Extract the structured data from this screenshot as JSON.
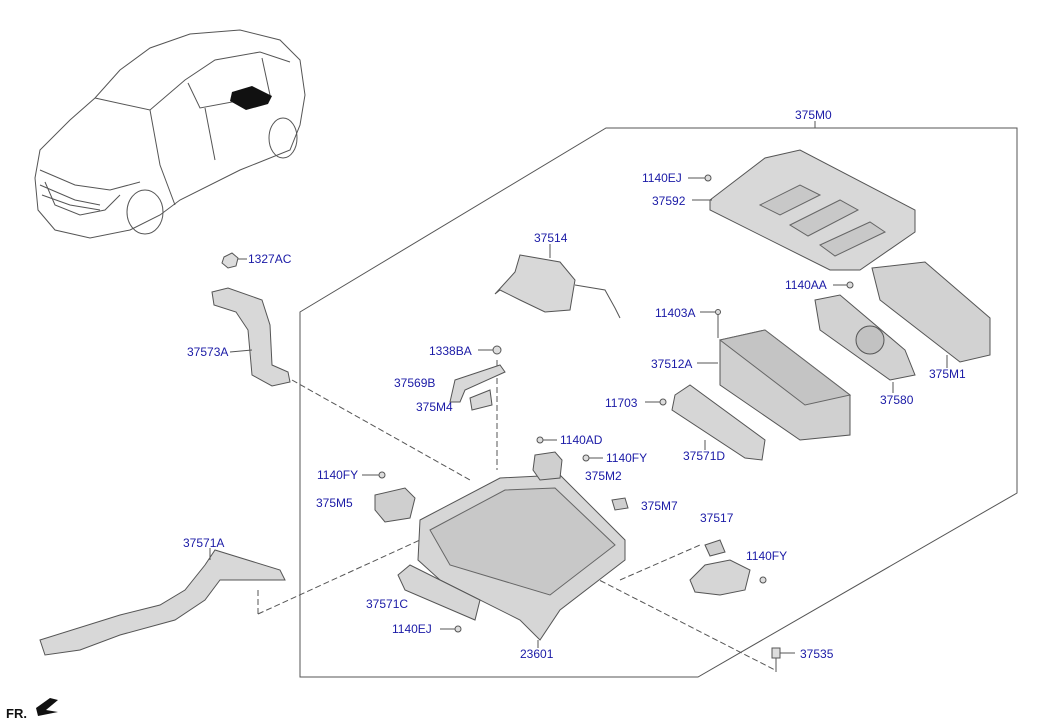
{
  "diagram": {
    "assembly_label": "375M0",
    "direction_label": "FR.",
    "parts": [
      {
        "id": "p-1327ac",
        "label": "1327AC"
      },
      {
        "id": "p-37573a",
        "label": "37573A"
      },
      {
        "id": "p-37571a",
        "label": "37571A"
      },
      {
        "id": "p-37514",
        "label": "37514"
      },
      {
        "id": "p-1338ba",
        "label": "1338BA"
      },
      {
        "id": "p-37569b",
        "label": "37569B"
      },
      {
        "id": "p-375m4",
        "label": "375M4"
      },
      {
        "id": "p-1140ad",
        "label": "1140AD"
      },
      {
        "id": "p-1140fy-a",
        "label": "1140FY"
      },
      {
        "id": "p-375m2",
        "label": "375M2"
      },
      {
        "id": "p-1140fy-b",
        "label": "1140FY"
      },
      {
        "id": "p-375m5",
        "label": "375M5"
      },
      {
        "id": "p-375m7",
        "label": "375M7"
      },
      {
        "id": "p-37517",
        "label": "37517"
      },
      {
        "id": "p-1140fy-c",
        "label": "1140FY"
      },
      {
        "id": "p-37571c",
        "label": "37571C"
      },
      {
        "id": "p-1140ej-a",
        "label": "1140EJ"
      },
      {
        "id": "p-23601",
        "label": "23601"
      },
      {
        "id": "p-37535",
        "label": "37535"
      },
      {
        "id": "p-1140ej-b",
        "label": "1140EJ"
      },
      {
        "id": "p-37592",
        "label": "37592"
      },
      {
        "id": "p-1140aa",
        "label": "1140AA"
      },
      {
        "id": "p-11403a",
        "label": "11403A"
      },
      {
        "id": "p-37512a",
        "label": "37512A"
      },
      {
        "id": "p-375m1",
        "label": "375M1"
      },
      {
        "id": "p-11703",
        "label": "11703"
      },
      {
        "id": "p-37580",
        "label": "37580"
      },
      {
        "id": "p-37571d",
        "label": "37571D"
      }
    ]
  }
}
